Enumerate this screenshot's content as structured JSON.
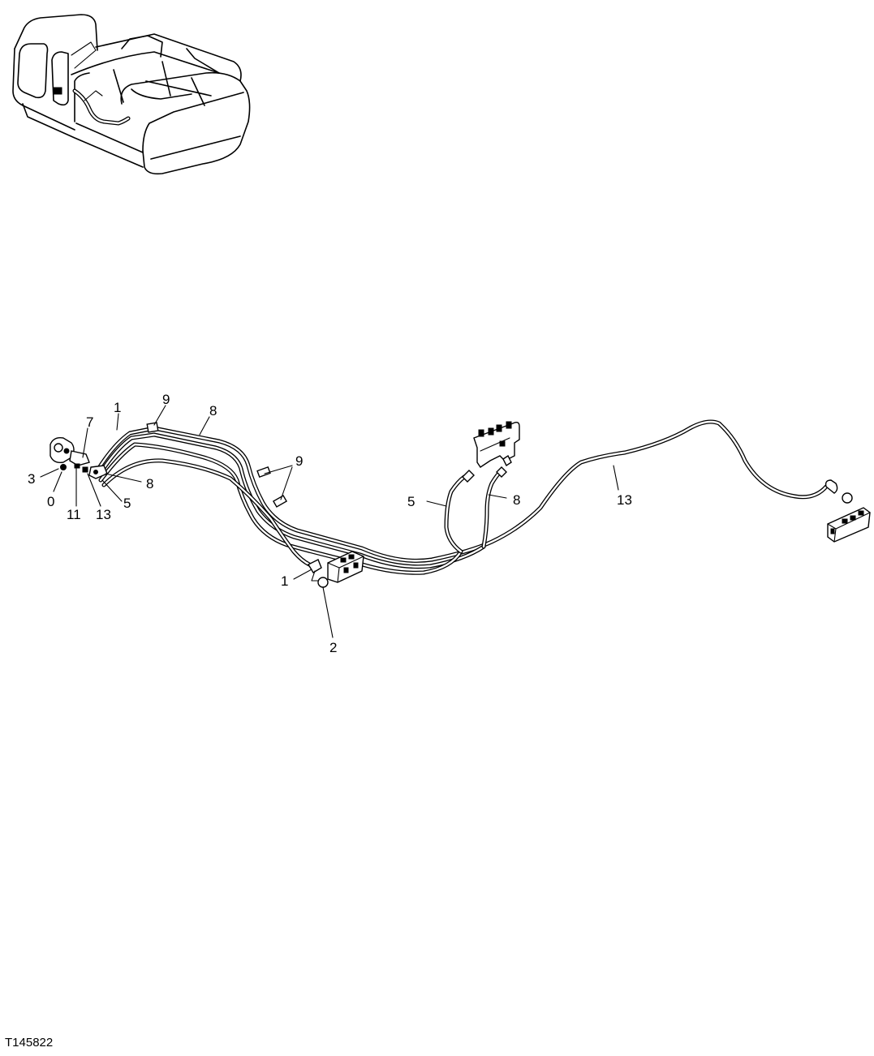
{
  "figure_id": "T145822",
  "callouts": {
    "c1a": "1",
    "c9a": "9",
    "c8a": "8",
    "c7": "7",
    "c3": "3",
    "c0": "0",
    "c11": "11",
    "c13a": "13",
    "c5a": "5",
    "c8b": "8",
    "c9b": "9",
    "c5b": "5",
    "c8c": "8",
    "c13b": "13",
    "c1b": "1",
    "c2": "2"
  }
}
